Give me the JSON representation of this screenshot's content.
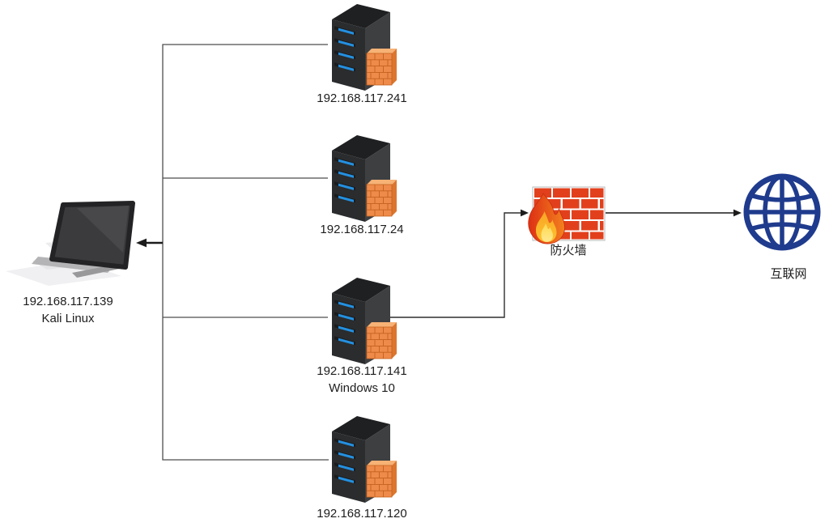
{
  "diagram": {
    "kali": {
      "ip": "192.168.117.139",
      "name": "Kali Linux"
    },
    "servers": [
      {
        "ip": "192.168.117.241"
      },
      {
        "ip": "192.168.117.24"
      },
      {
        "ip": "192.168.117.141",
        "name": "Windows 10"
      },
      {
        "ip": "192.168.117.120"
      }
    ],
    "firewall": {
      "label": "防火墙"
    },
    "internet": {
      "label": "互联网"
    }
  },
  "colors": {
    "text": "#1d1d1d",
    "connector_gray": "#4e4e4e",
    "arrow_black": "#1c1c1c",
    "server_top": "#1f2022",
    "server_front": "#2a2c2e",
    "server_side": "#3d3f41",
    "server_slot_blue": "#2490e0",
    "server_firewall_orange": "#ef8b4a",
    "firewall_brick_red": "#e2401d",
    "flame_red": "#dd2f14",
    "flame_orange": "#f3811e",
    "flame_yellow": "#ffd84f",
    "globe_blue": "#1f3b8d",
    "laptop_screen_gray": "#3b3b3d"
  }
}
